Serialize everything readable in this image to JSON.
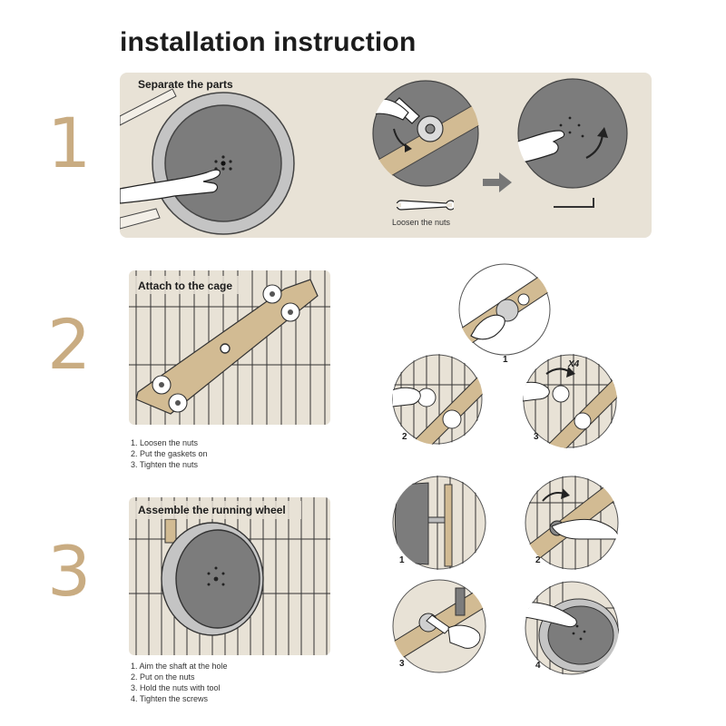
{
  "title": "installation instruction",
  "steps": [
    {
      "number": "1",
      "heading": "Separate the parts",
      "caption": "Loosen the nuts"
    },
    {
      "number": "2",
      "heading": "Attach to the cage",
      "instructions": [
        "1. Loosen the nuts",
        "2. Put the gaskets on",
        "3. Tighten the nuts"
      ],
      "sub_labels": [
        "1",
        "2",
        "3"
      ],
      "multiplier": "X4"
    },
    {
      "number": "3",
      "heading": "Assemble the running wheel",
      "instructions": [
        "1. Aim the shaft at the hole",
        "2. Put on the nuts",
        "3. Hold the nuts with tool",
        "4. Tighten the screws"
      ],
      "sub_labels": [
        "1",
        "2",
        "3",
        "4"
      ]
    }
  ],
  "colors": {
    "accent": "#c9ac82",
    "panel": "#e8e2d6",
    "wheel": "#7a7a7a",
    "wood": "#d2bb93"
  },
  "icons": [
    "hand-icon",
    "wrench-icon",
    "arrow-right-icon",
    "allen-key-icon",
    "rotate-arrow-icon"
  ]
}
